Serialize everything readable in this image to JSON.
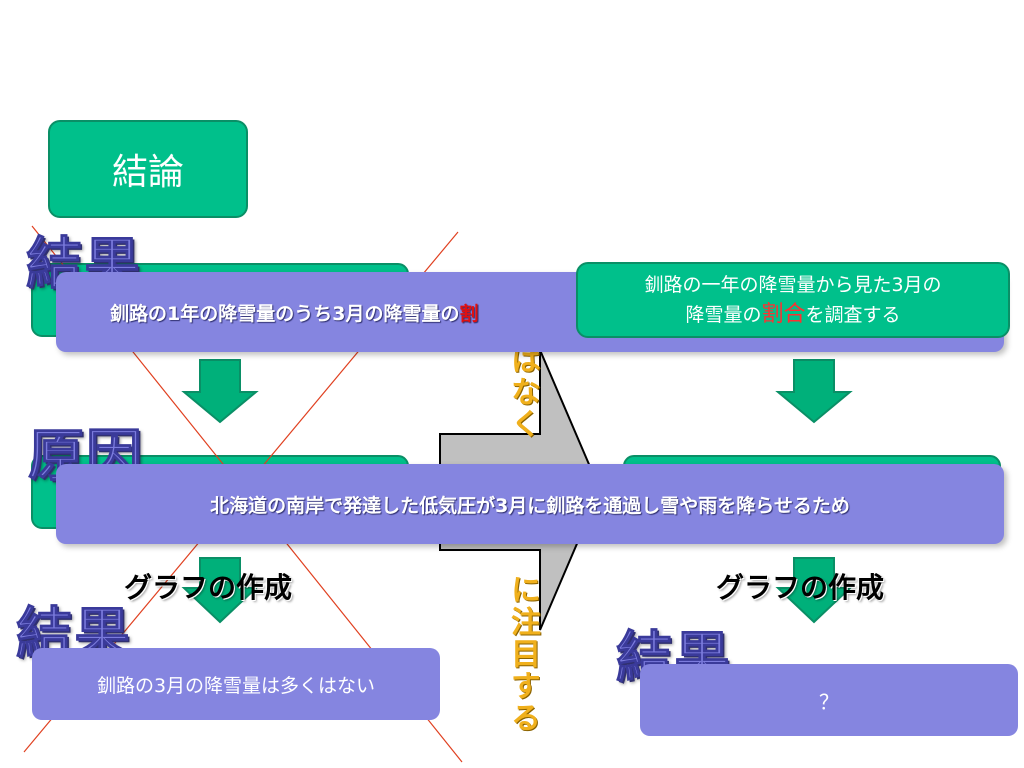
{
  "title": "結論",
  "left_column": {
    "label_result_top": "結果",
    "label_cause": "原因",
    "label_result_bottom": "結果",
    "graph_label": "グラフの作成",
    "bottom_box_text": "釧路の3月の降雪量は多くはない"
  },
  "right_column": {
    "top_box_line1": "釧路の一年の降雪量から見た3月の",
    "top_box_line2_pre": "降雪量の",
    "top_box_line2_red": "割合",
    "top_box_line2_post": "を調査する",
    "graph_label": "グラフの作成",
    "label_result": "結果",
    "result_box_text": "？"
  },
  "banners": {
    "top_pre": "釧路の1年の降雪量のうち3月の降雪量の",
    "top_red": "割",
    "cause": "北海道の南岸で発達した低気圧が3月に釧路を通過し雪や雨を降らせるため"
  },
  "vertical_text": {
    "upper": "はなく",
    "lower": "に注目する"
  },
  "colors": {
    "green": "#00c08b",
    "purple": "#8585e0",
    "orange_text": "#f0b01c",
    "red_line": "#e04020",
    "gray_arrow": "#c0c0c0"
  }
}
